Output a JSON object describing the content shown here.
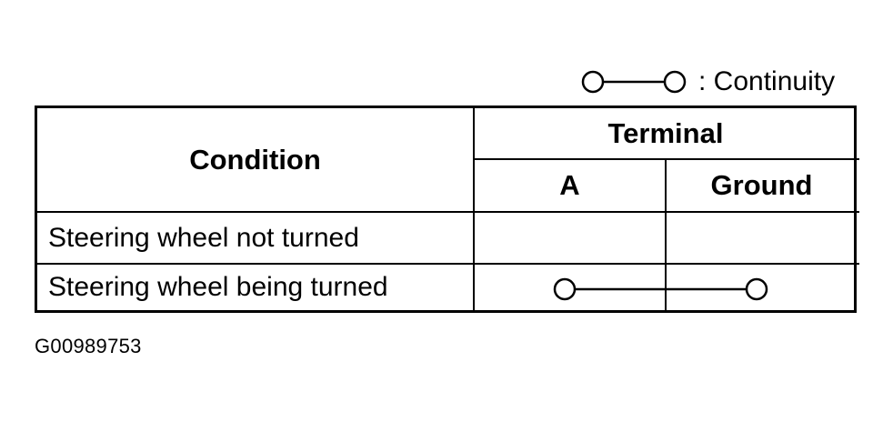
{
  "legend": {
    "text": ": Continuity",
    "symbol": "continuity-symbol"
  },
  "table": {
    "condition_header": "Condition",
    "terminal_header": "Terminal",
    "terminal_a": "A",
    "terminal_ground": "Ground",
    "rows": [
      {
        "label": "Steering wheel not turned",
        "continuity": false
      },
      {
        "label": "Steering wheel being turned",
        "continuity": true
      }
    ]
  },
  "document_id": "G00989753",
  "colors": {
    "line": "#000000",
    "background": "#ffffff"
  }
}
